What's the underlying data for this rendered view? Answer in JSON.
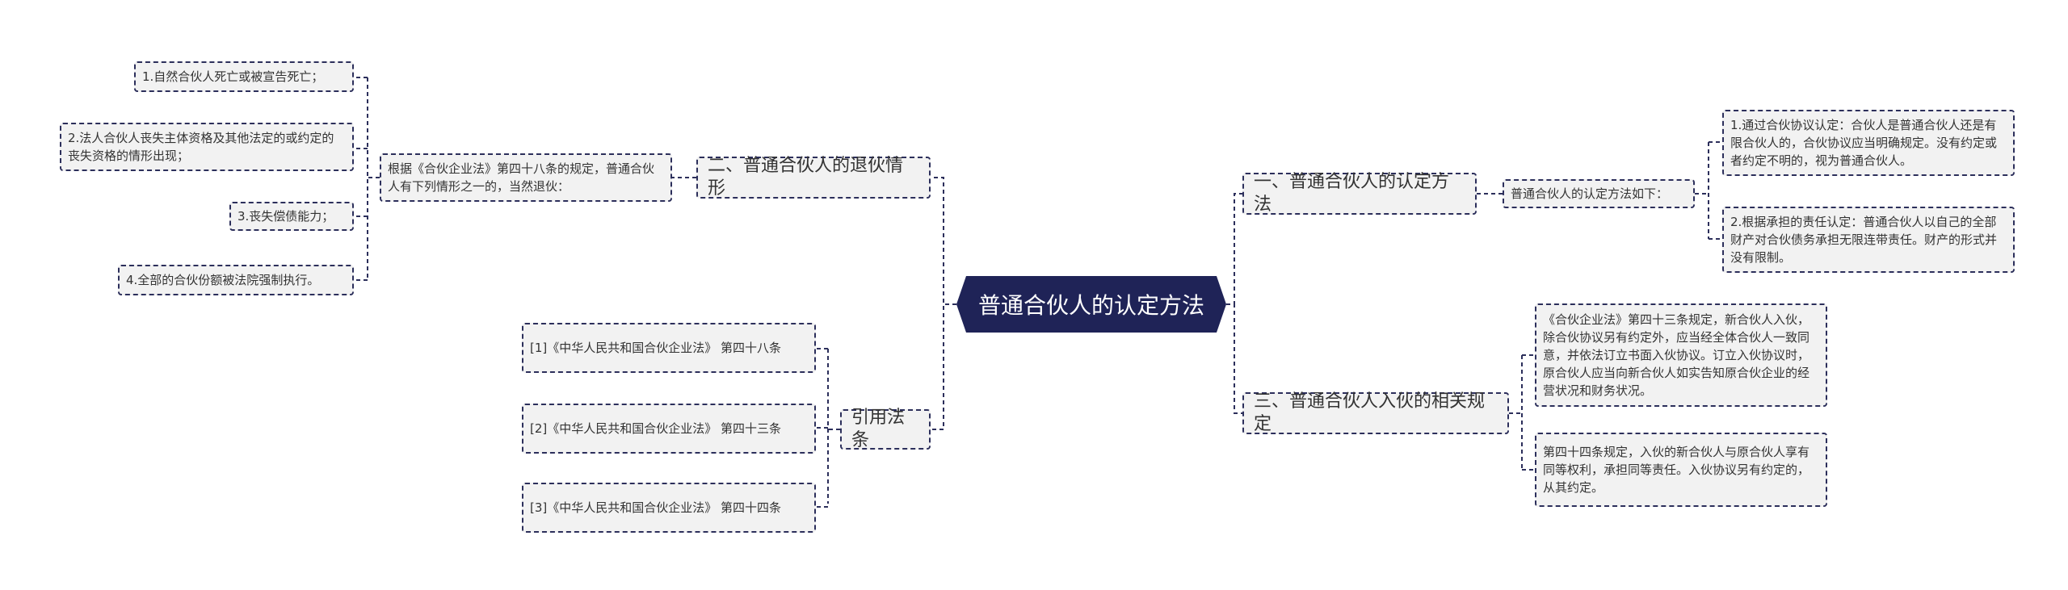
{
  "root": {
    "label": "普通合伙人的认定方法"
  },
  "colors": {
    "root_fill": "#1f2357",
    "line": "#2c2f5b",
    "node_fill": "#f2f2f2",
    "text": "#333333"
  },
  "left_branches": {
    "withdrawal": {
      "label": "二、普通合伙人的退伙情形",
      "intro": "根据《合伙企业法》第四十八条的规定，普通合伙人有下列情形之一的，当然退伙：",
      "items": [
        "1.自然合伙人死亡或被宣告死亡；",
        "2.法人合伙人丧失主体资格及其他法定的或约定的丧失资格的情形出现；",
        "3.丧失偿债能力；",
        "4.全部的合伙份额被法院强制执行。"
      ]
    },
    "references": {
      "label": "引用法条",
      "items": [
        "[1]《中华人民共和国合伙企业法》 第四十八条",
        "[2]《中华人民共和国合伙企业法》 第四十三条",
        "[3]《中华人民共和国合伙企业法》 第四十四条"
      ]
    }
  },
  "right_branches": {
    "identification": {
      "label": "一、普通合伙人的认定方法",
      "intro": "普通合伙人的认定方法如下：",
      "items": [
        "1.通过合伙协议认定：合伙人是普通合伙人还是有限合伙人的，合伙协议应当明确规定。没有约定或者约定不明的，视为普通合伙人。",
        "2.根据承担的责任认定：普通合伙人以自己的全部财产对合伙债务承担无限连带责任。财产的形式并没有限制。"
      ]
    },
    "admission": {
      "label": "三、普通合伙人入伙的相关规定",
      "items": [
        "《合伙企业法》第四十三条规定，新合伙人入伙，除合伙协议另有约定外，应当经全体合伙人一致同意，并依法订立书面入伙协议。订立入伙协议时，原合伙人应当向新合伙人如实告知原合伙企业的经营状况和财务状况。",
        "第四十四条规定，入伙的新合伙人与原合伙人享有同等权利，承担同等责任。入伙协议另有约定的，从其约定。"
      ]
    }
  }
}
